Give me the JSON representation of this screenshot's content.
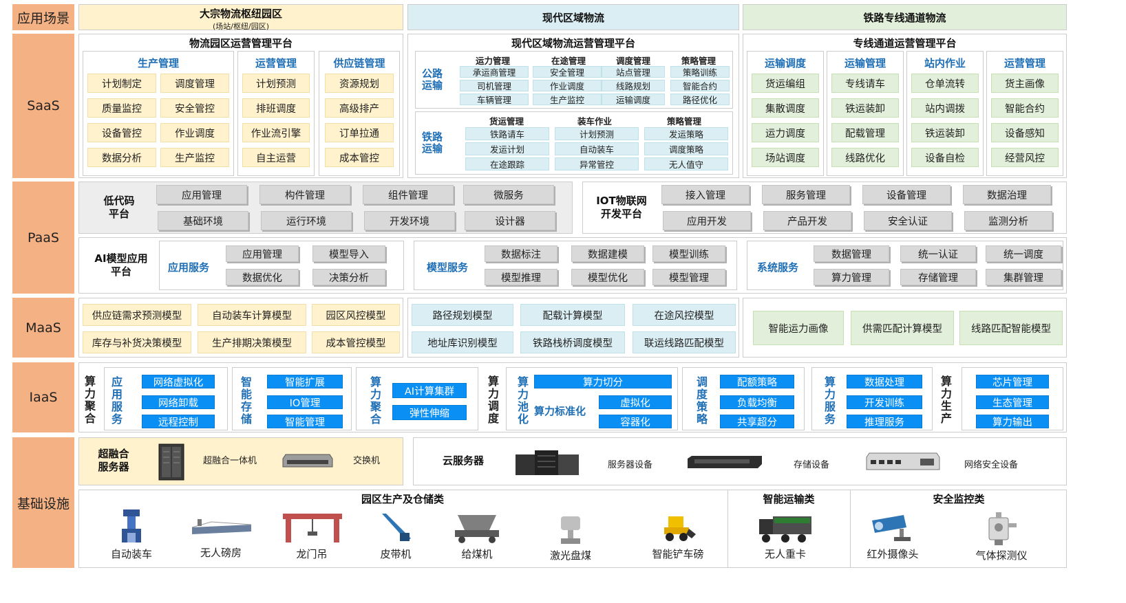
{
  "bands": {
    "scene": "应用场景",
    "saas": "SaaS",
    "paas": "PaaS",
    "maas": "MaaS",
    "iaas": "IaaS",
    "infra": "基础设施"
  },
  "scenes": {
    "s1": "大宗物流枢纽园区",
    "s1_sub": "(场站/枢纽/园区)",
    "s2": "现代区域物流",
    "s3": "铁路专线通道物流"
  },
  "saas": {
    "p1": {
      "title": "物流园区运营管理平台",
      "g1": {
        "title": "生产管理",
        "items": [
          "计划制定",
          "调度管理",
          "质量监控",
          "安全管控",
          "设备管控",
          "作业调度",
          "数据分析",
          "生产监控"
        ]
      },
      "g2": {
        "title": "运营管理",
        "items": [
          "计划预测",
          "排班调度",
          "作业流引擎",
          "自主运营"
        ]
      },
      "g3": {
        "title": "供应链管理",
        "items": [
          "资源规划",
          "高级排产",
          "订单拉通",
          "成本管控"
        ]
      }
    },
    "p2": {
      "title": "现代区域物流运营管理平台",
      "road": {
        "label": "公路\n运输",
        "heads": [
          "运力管理",
          "在途管理",
          "调度管理",
          "策略管理"
        ],
        "items": [
          "承运商管理",
          "安全管理",
          "站点管理",
          "策略训练",
          "司机管理",
          "作业调度",
          "线路规划",
          "智能合约",
          "车辆管理",
          "生产监控",
          "运输调度",
          "路径优化"
        ]
      },
      "rail": {
        "label": "铁路\n运输",
        "heads": [
          "货运管理",
          "装车作业",
          "策略管理"
        ],
        "items": [
          "铁路请车",
          "计划预测",
          "发运策略",
          "发运计划",
          "自动装车",
          "调度策略",
          "在途跟踪",
          "异常管控",
          "无人值守"
        ]
      }
    },
    "p3": {
      "title": "专线通道运营管理平台",
      "g1": {
        "title": "运输调度",
        "items": [
          "货运编组",
          "集散调度",
          "运力调度",
          "场站调度"
        ]
      },
      "g2": {
        "title": "运输管理",
        "items": [
          "专线请车",
          "铁运装卸",
          "配载管理",
          "线路优化"
        ]
      },
      "g3": {
        "title": "站内作业",
        "items": [
          "仓单流转",
          "站内调拨",
          "铁运装卸",
          "设备自检"
        ]
      },
      "g4": {
        "title": "运营管理",
        "items": [
          "货主画像",
          "智能合约",
          "设备感知",
          "经营风控"
        ]
      }
    }
  },
  "paas": {
    "lowcode": {
      "title": "低代码\n平台",
      "items": [
        "应用管理",
        "构件管理",
        "组件管理",
        "微服务",
        "基础环境",
        "运行环境",
        "开发环境",
        "设计器"
      ]
    },
    "iot": {
      "title": "IOT物联网\n开发平台",
      "items": [
        "接入管理",
        "服务管理",
        "设备管理",
        "数据治理",
        "应用开发",
        "产品开发",
        "安全认证",
        "监测分析"
      ]
    },
    "ai": {
      "title": "AI模型应用\n平台",
      "app": {
        "title": "应用服务",
        "items": [
          "应用管理",
          "模型导入",
          "数据优化",
          "决策分析"
        ]
      },
      "model": {
        "title": "模型服务",
        "items": [
          "数据标注",
          "数据建模",
          "模型训练",
          "模型推理",
          "模型优化",
          "模型管理"
        ]
      },
      "sys": {
        "title": "系统服务",
        "items": [
          "数据管理",
          "统一认证",
          "统一调度",
          "算力管理",
          "存储管理",
          "集群管理"
        ]
      }
    }
  },
  "maas": {
    "g1": [
      "供应链需求预测模型",
      "自动装车计算模型",
      "园区风控模型",
      "库存与补货决策模型",
      "生产排期决策模型",
      "成本管控模型"
    ],
    "g2": [
      "路径规划模型",
      "配载计算模型",
      "在途风控模型",
      "地址库识别模型",
      "铁路栈桥调度模型",
      "联运线路匹配模型"
    ],
    "g3": [
      "智能运力画像",
      "供需匹配计算模型",
      "线路匹配智能模型"
    ]
  },
  "iaas": {
    "b1": {
      "label": "算\n力\n聚\n合",
      "sub": "应\n用\n服\n务",
      "items": [
        "网络虚拟化",
        "网络卸载",
        "远程控制"
      ]
    },
    "b2": {
      "sub": "智\n能\n存\n储",
      "items": [
        "智能扩展",
        "IO管理",
        "智能管理"
      ]
    },
    "b3": {
      "sub": "算\n力\n聚\n合",
      "items": [
        "AI计算集群",
        "弹性伸缩"
      ]
    },
    "b4": {
      "label": "算\n力\n调\n度",
      "sub": "算\n力\n池\n化",
      "mid": "算力标准化",
      "items": [
        "算力切分",
        "虚拟化",
        "容器化"
      ]
    },
    "b5": {
      "sub": "调\n度\n策\n略",
      "items": [
        "配额策略",
        "负载均衡",
        "共享超分"
      ]
    },
    "b6": {
      "sub": "算\n力\n服\n务",
      "items": [
        "数据处理",
        "开发训练",
        "推理服务"
      ]
    },
    "b7": {
      "label": "算\n力\n生\n产",
      "items": [
        "芯片管理",
        "生态管理",
        "算力输出"
      ]
    }
  },
  "infra": {
    "hci": {
      "title": "超融合\n服务器",
      "items": [
        "超融合一体机",
        "交换机"
      ]
    },
    "cloud": {
      "title": "云服务器",
      "items": [
        "服务器设备",
        "存储设备",
        "网络安全设备"
      ]
    },
    "g1": {
      "title": "园区生产及仓储类",
      "items": [
        "自动装车",
        "无人磅房",
        "龙门吊",
        "皮带机",
        "给煤机",
        "激光盘煤",
        "智能铲车磅"
      ]
    },
    "g2": {
      "title": "智能运输类",
      "items": [
        "无人重卡"
      ]
    },
    "g3": {
      "title": "安全监控类",
      "items": [
        "红外摄像头",
        "气体探测仪"
      ]
    }
  },
  "colors": {
    "band": "#f4b183",
    "cream": "#fff2cc",
    "cyan": "#daeef3",
    "green": "#e2efda",
    "blue": "#0a8ff5",
    "title_blue": "#1f6fb6"
  }
}
